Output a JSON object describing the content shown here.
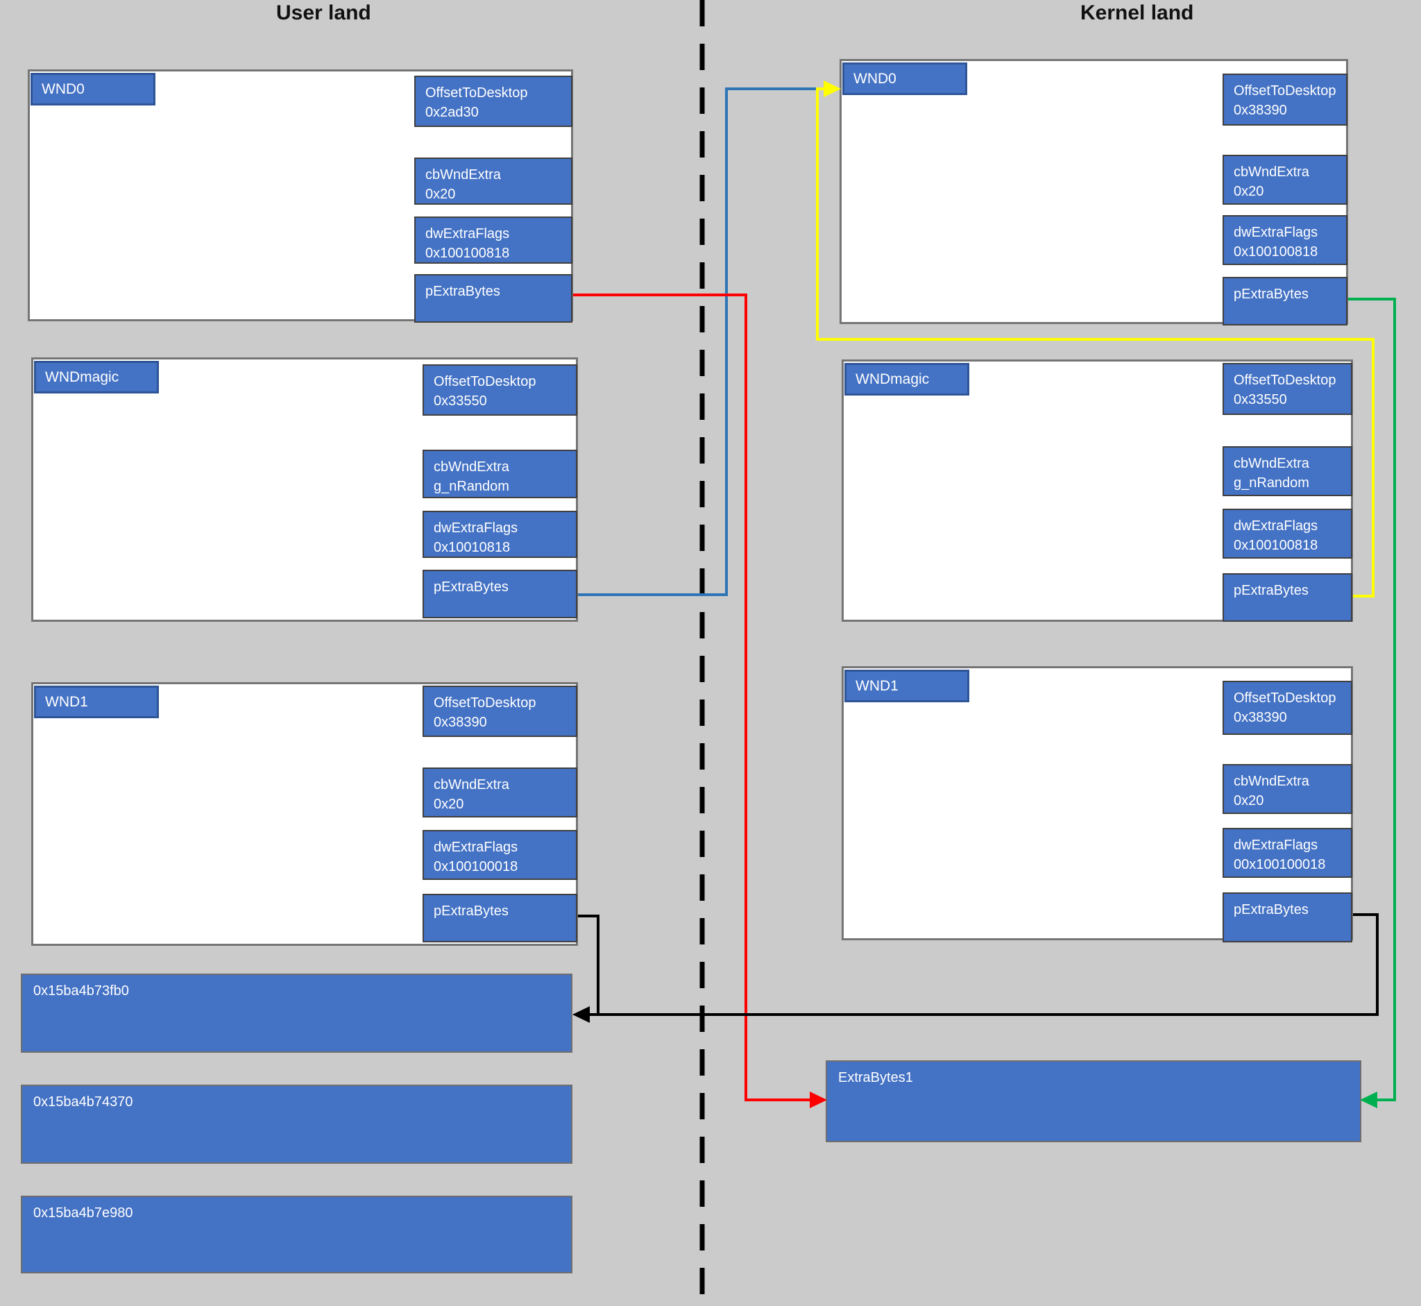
{
  "titles": {
    "user": "User land",
    "kernel": "Kernel land"
  },
  "colors": {
    "background": "#cbcbcb",
    "box_blue": "#4472c4",
    "box_border_blue": "#2f5597",
    "arrow_red": "#ff0000",
    "arrow_blue": "#2e75b6",
    "arrow_yellow": "#ffff00",
    "arrow_green": "#00b050",
    "arrow_black": "#000000"
  },
  "user_land": {
    "wnd_blocks": [
      {
        "name": "WND0",
        "fields": [
          {
            "label": "OffsetToDesktop",
            "value": "0x2ad30"
          },
          {
            "label": "cbWndExtra",
            "value": "0x20"
          },
          {
            "label": "dwExtraFlags",
            "value": "0x100100818"
          },
          {
            "label": "pExtraBytes",
            "value": ""
          }
        ]
      },
      {
        "name": "WNDmagic",
        "fields": [
          {
            "label": "OffsetToDesktop",
            "value": "0x33550"
          },
          {
            "label": "cbWndExtra",
            "value": "g_nRandom"
          },
          {
            "label": "dwExtraFlags",
            "value": "0x10010818"
          },
          {
            "label": "pExtraBytes",
            "value": ""
          }
        ]
      },
      {
        "name": "WND1",
        "fields": [
          {
            "label": "OffsetToDesktop",
            "value": "0x38390"
          },
          {
            "label": "cbWndExtra",
            "value": "0x20"
          },
          {
            "label": "dwExtraFlags",
            "value": "0x100100018"
          },
          {
            "label": "pExtraBytes",
            "value": ""
          }
        ]
      }
    ],
    "memory_blocks": [
      {
        "address": "0x15ba4b73fb0"
      },
      {
        "address": "0x15ba4b74370"
      },
      {
        "address": "0x15ba4b7e980"
      }
    ]
  },
  "kernel_land": {
    "wnd_blocks": [
      {
        "name": "WND0",
        "fields": [
          {
            "label": "OffsetToDesktop",
            "value": "0x38390"
          },
          {
            "label": "cbWndExtra",
            "value": "0x20"
          },
          {
            "label": "dwExtraFlags",
            "value": "0x100100818"
          },
          {
            "label": "pExtraBytes",
            "value": ""
          }
        ]
      },
      {
        "name": "WNDmagic",
        "fields": [
          {
            "label": "OffsetToDesktop",
            "value": "0x33550"
          },
          {
            "label": "cbWndExtra",
            "value": "g_nRandom"
          },
          {
            "label": "dwExtraFlags",
            "value": "0x100100818"
          },
          {
            "label": "pExtraBytes",
            "value": ""
          }
        ]
      },
      {
        "name": "WND1",
        "fields": [
          {
            "label": "OffsetToDesktop",
            "value": "0x38390"
          },
          {
            "label": "cbWndExtra",
            "value": "0x20"
          },
          {
            "label": "dwExtraFlags",
            "value": "00x100100018"
          },
          {
            "label": "pExtraBytes",
            "value": ""
          }
        ]
      }
    ],
    "extra_bytes_label": "ExtraBytes1"
  },
  "arrows": [
    {
      "name": "red-arrow",
      "color": "#ff0000",
      "from": "user WND0 pExtraBytes",
      "to": "kernel ExtraBytes1"
    },
    {
      "name": "blue-arrow",
      "color": "#2e75b6",
      "from": "user WNDmagic pExtraBytes",
      "to": "kernel WND0"
    },
    {
      "name": "yellow-arrow",
      "color": "#ffff00",
      "from": "kernel WNDmagic pExtraBytes",
      "to": "kernel WND0"
    },
    {
      "name": "green-arrow",
      "color": "#00b050",
      "from": "kernel WND0 pExtraBytes",
      "to": "kernel ExtraBytes1"
    },
    {
      "name": "black-arrow",
      "color": "#000000",
      "from": "user WND1 pExtraBytes / kernel WND1 pExtraBytes",
      "to": "user 0x15ba4b73fb0"
    }
  ]
}
